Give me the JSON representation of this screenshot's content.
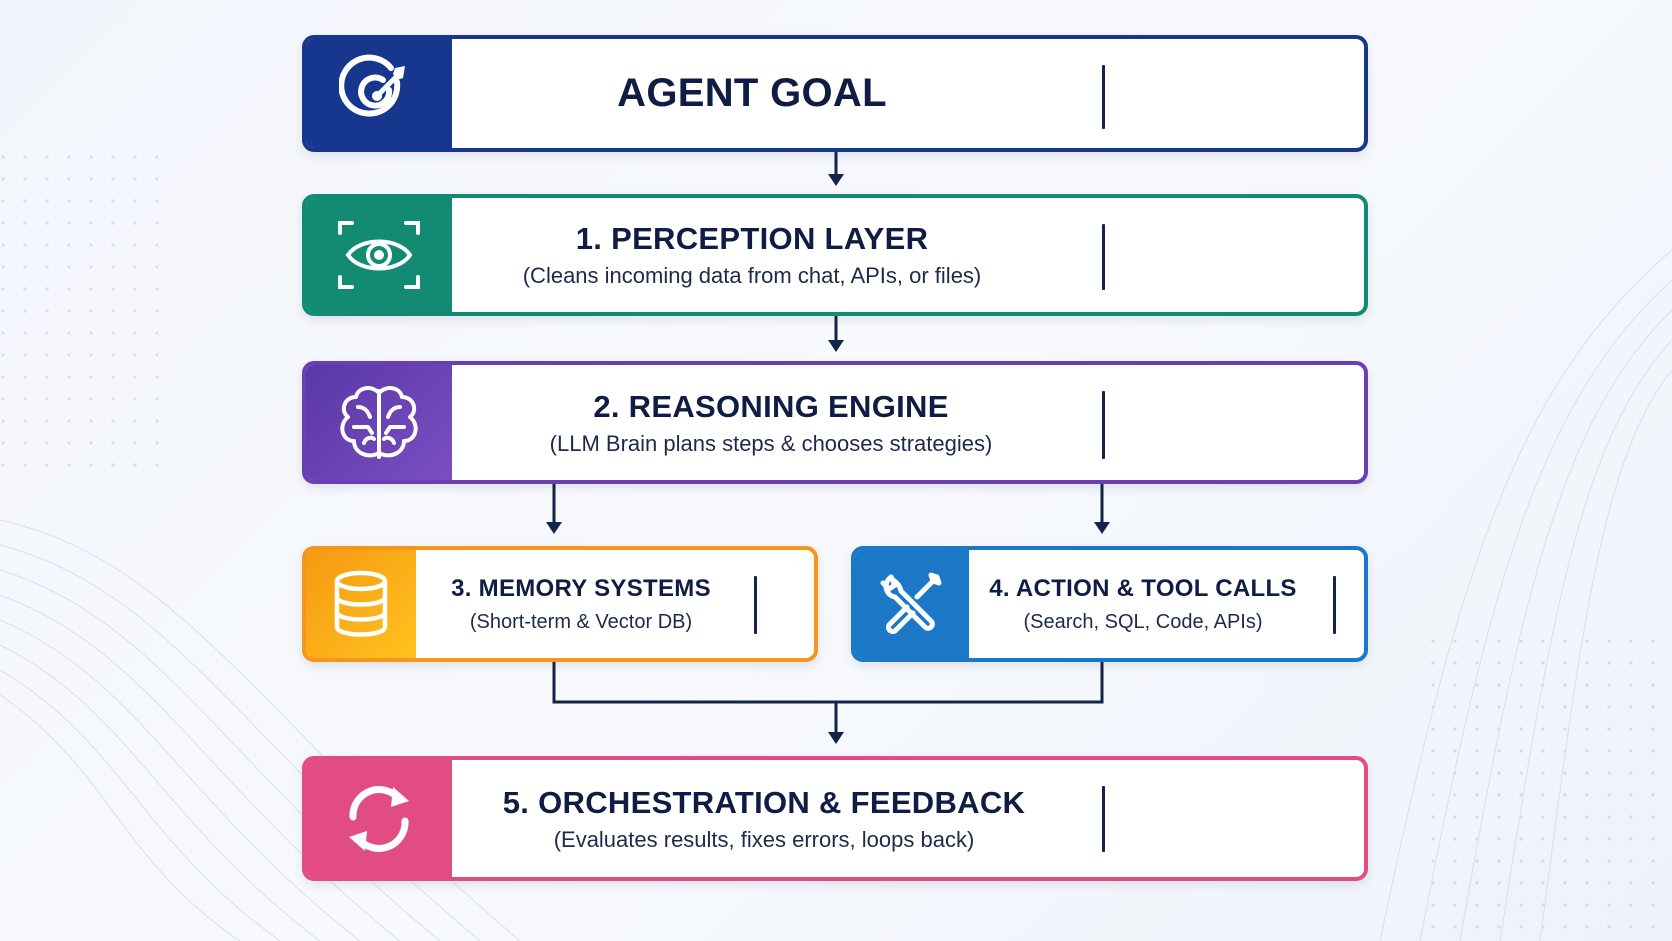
{
  "colors": {
    "goal": "#17378f",
    "perception": "#138a72",
    "reasoning": "#6a3fb2",
    "memory": "#f7951a",
    "action": "#1a78c6",
    "orchestration": "#e14c82",
    "connector": "#15224a"
  },
  "goal": {
    "icon": "target-icon",
    "title": "AGENT GOAL"
  },
  "perception": {
    "icon": "eye-scan-icon",
    "title": "1. PERCEPTION LAYER",
    "subtitle": "(Cleans incoming data from chat, APIs, or files)"
  },
  "reasoning": {
    "icon": "brain-icon",
    "title": "2. REASONING ENGINE",
    "subtitle": "(LLM Brain plans steps & chooses strategies)"
  },
  "memory": {
    "icon": "database-icon",
    "title": "3. MEMORY SYSTEMS",
    "subtitle": "(Short-term & Vector DB)"
  },
  "action": {
    "icon": "tools-icon",
    "title": "4. ACTION & TOOL CALLS",
    "subtitle": "(Search, SQL, Code, APIs)"
  },
  "orchestration": {
    "icon": "refresh-icon",
    "title": "5. ORCHESTRATION & FEEDBACK",
    "subtitle": "(Evaluates results, fixes errors, loops back)"
  }
}
